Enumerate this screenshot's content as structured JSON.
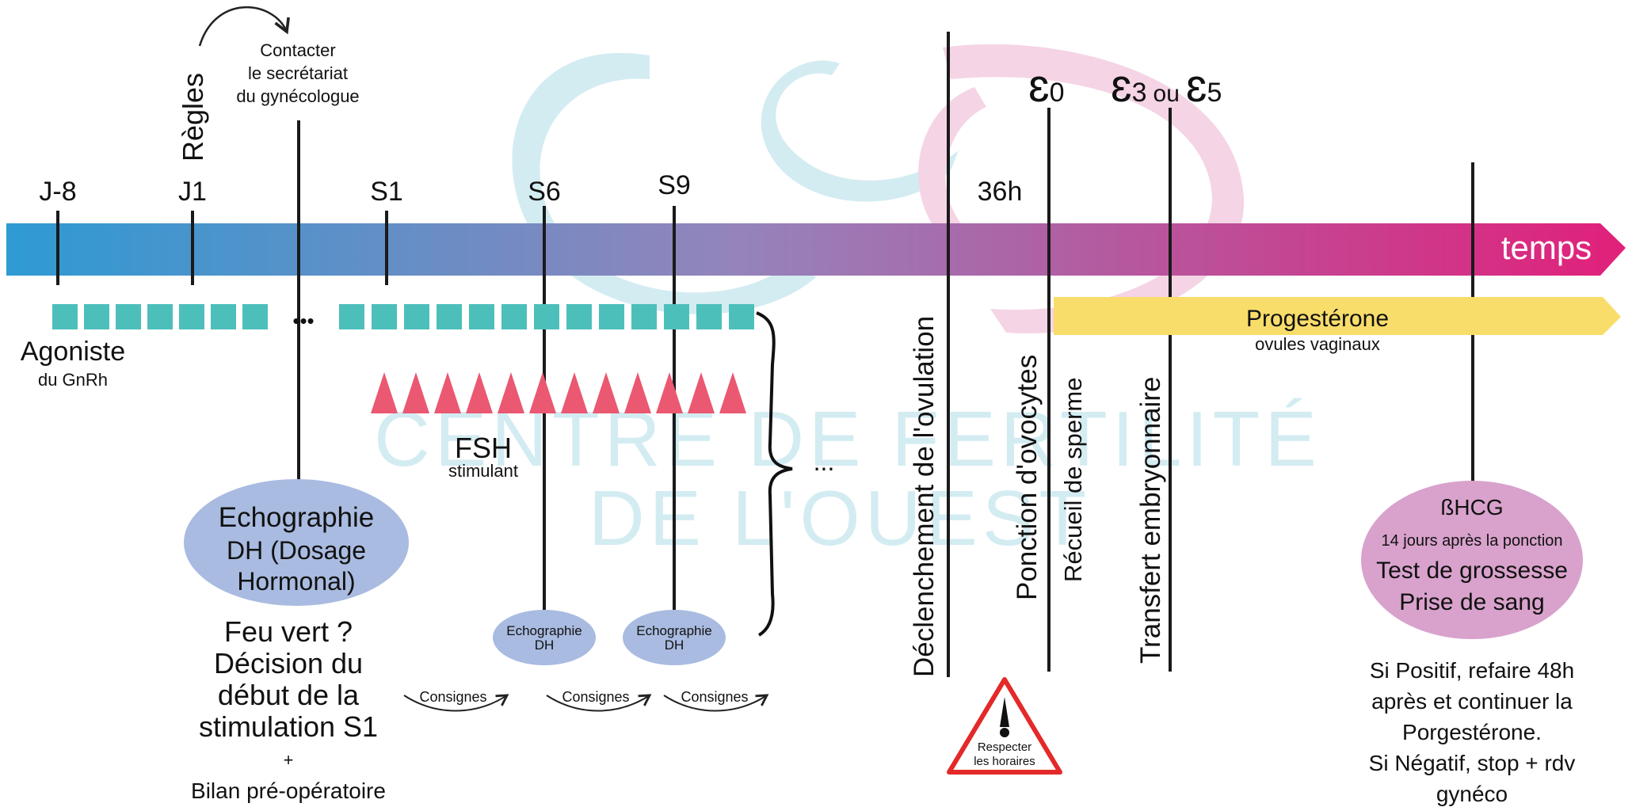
{
  "watermark": {
    "line1": "CENTRE DE FERTILITÉ",
    "line2": "DE L'OUEST"
  },
  "timeline": {
    "arrow_label": "temps",
    "markers": {
      "j_minus_8": "J-8",
      "j1": "J1",
      "s1": "S1",
      "s6": "S6",
      "s9": "S9",
      "h36": "36h"
    },
    "epsilon": {
      "e0": "ɛ",
      "e0_sub": "0",
      "e3": "ɛ",
      "e3_sub": "3",
      "ou": "ou",
      "e5": "ɛ",
      "e5_sub": "5"
    }
  },
  "annotations": {
    "regles": "Règles",
    "contacter": [
      "Contacter",
      "le secrétariat",
      "du gynécologue"
    ],
    "agoniste": "Agoniste",
    "agoniste_sub": "du GnRh",
    "ellipsis": "•••",
    "fsh": "FSH",
    "fsh_sub": "stimulant",
    "brace_ellipsis": "...",
    "progesterone": "Progestérone",
    "progesterone_sub": "ovules vaginaux"
  },
  "vertical_labels": {
    "declenchement": "Déclenchement de l'ovulation",
    "ponction": "Ponction d'ovocytes",
    "recueil": "Récueil de sperme",
    "transfert": "Transfert embryonnaire"
  },
  "echo_main": {
    "title": "Echographie",
    "line2": "DH (Dosage",
    "line3": "Hormonal)"
  },
  "decision": {
    "lines": [
      "Feu vert ?",
      "Décision du",
      "début de la",
      "stimulation S1"
    ],
    "plus": "+",
    "bilan": "Bilan pré-opératoire"
  },
  "echo_small": [
    {
      "title": "Echographie",
      "sub": "DH"
    },
    {
      "title": "Echographie",
      "sub": "DH"
    }
  ],
  "consignes": [
    "Consignes",
    "Consignes",
    "Consignes"
  ],
  "warning": {
    "line1": "Respecter",
    "line2": "les horaires"
  },
  "bhcg": {
    "title": "ßHCG",
    "sub": "14 jours après la ponction",
    "line1": "Test de grossesse",
    "line2": "Prise de sang"
  },
  "result_text": [
    "Si Positif, refaire 48h",
    "après et continuer la",
    "Porgestérone.",
    "Si Négatif, stop + rdv",
    "gynéco"
  ],
  "colors": {
    "timeline_start": "#2e9ad3",
    "timeline_mid": "#9484bb",
    "timeline_end": "#e1207a",
    "agonist": "#4dbfbb",
    "fsh": "#ea5871",
    "progesterone": "#f9dd6a",
    "echo_oval": "#a9bbe0",
    "bhcg_oval": "#d8a2cc",
    "warning_border": "#e32929",
    "watermark_teal": "#d3ecf2",
    "watermark_pink": "#f5d4e5"
  },
  "icons": [
    "curved-arrow-icon",
    "warning-triangle-icon",
    "exclamation-icon",
    "brace-icon"
  ]
}
